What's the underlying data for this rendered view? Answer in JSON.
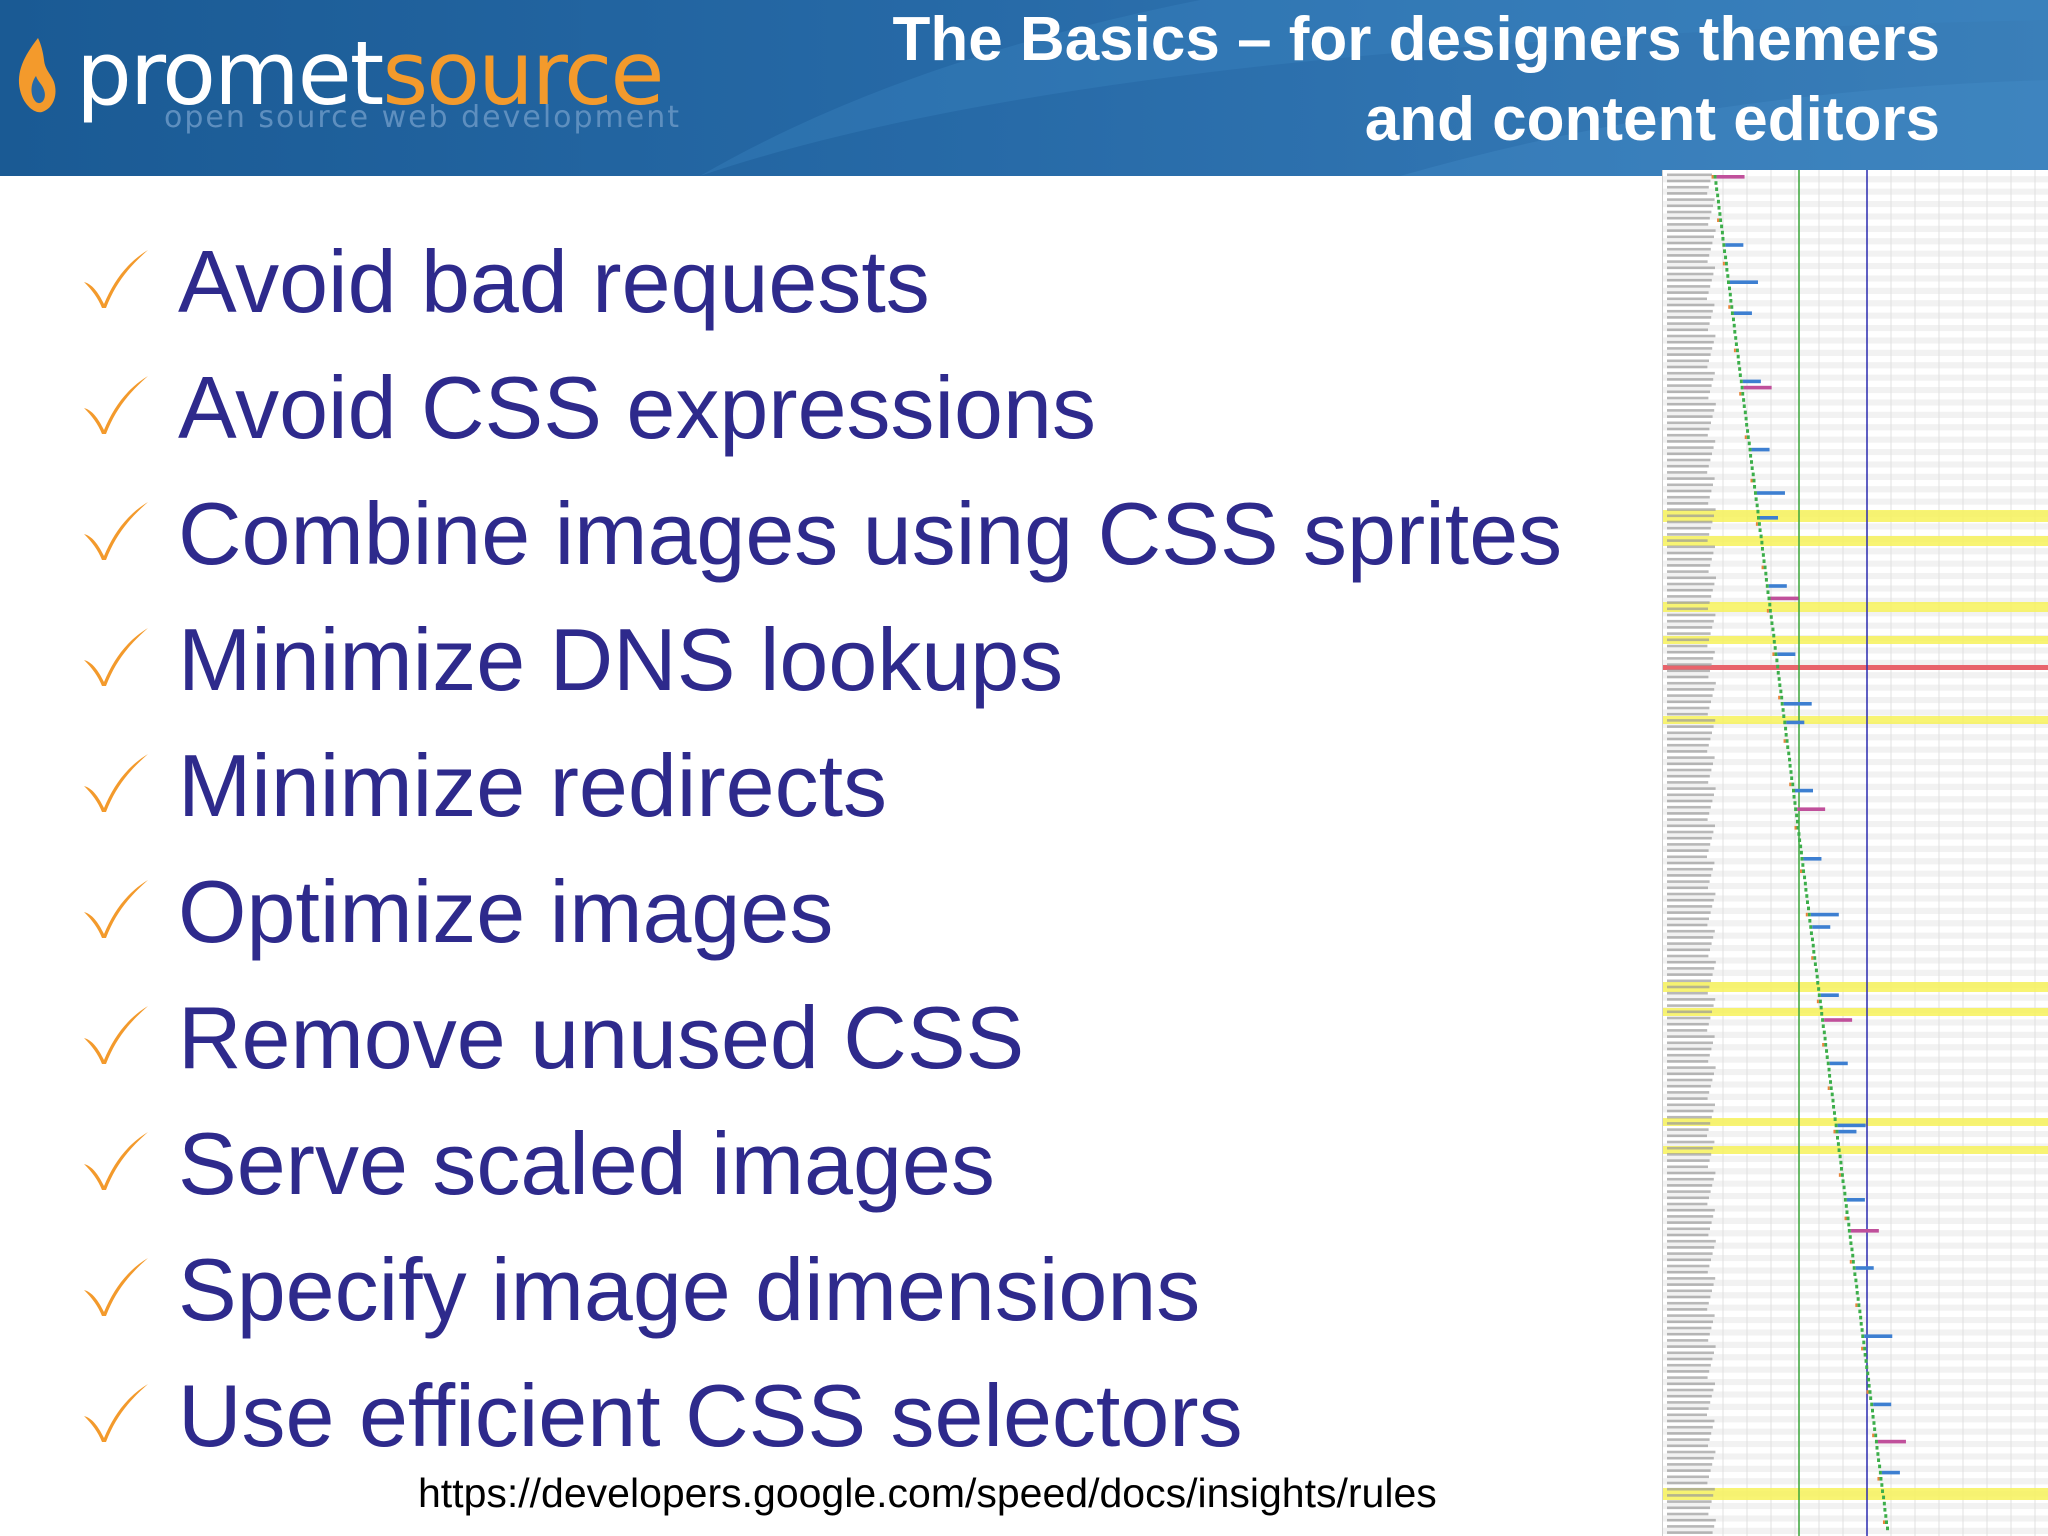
{
  "header": {
    "logo": {
      "word_light": "promet",
      "word_accent": "source",
      "tagline": "open source web development"
    },
    "title_line1": "The Basics – for designers themers",
    "title_line2": "and content editors"
  },
  "bullets": [
    "Avoid bad requests",
    "Avoid CSS expressions",
    "Combine images using CSS sprites",
    "Minimize DNS lookups",
    "Minimize redirects",
    "Optimize images",
    "Remove unused CSS",
    "Serve scaled images",
    "Specify image dimensions",
    "Use efficient CSS selectors"
  ],
  "source_url": "https://developers.google.com/speed/docs/insights/rules",
  "colors": {
    "header_blue": "#2669a6",
    "accent_orange": "#f39a2c",
    "bullet_text": "#2e2a8c",
    "check_orange": "#f39a2c"
  },
  "icons": {
    "logo": "flame-icon",
    "bullet": "checkmark-icon"
  }
}
